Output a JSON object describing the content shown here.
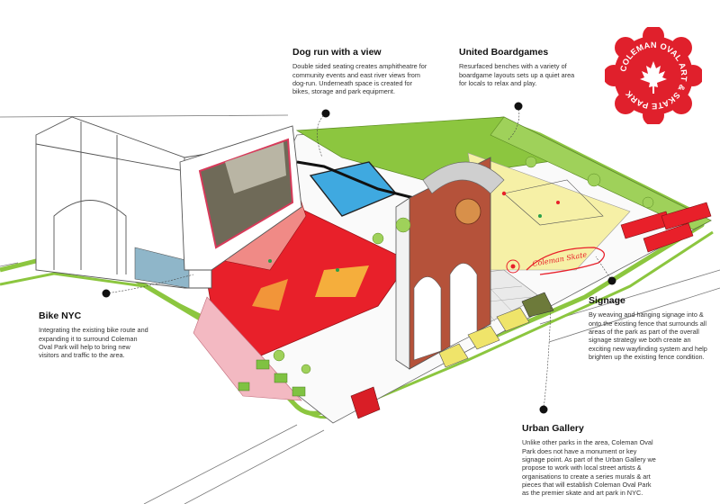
{
  "logo": {
    "text": "COLEMAN OVAL ART & SKATE PARK",
    "color": "#e0202c",
    "icon": "maple-leaf-icon"
  },
  "callouts": {
    "dog_run": {
      "title": "Dog run with a view",
      "body": "Double sided seating creates amphitheatre for community events and east river views from dog-run. Underneath space is created for bikes, storage and park equipment."
    },
    "boardgames": {
      "title": "United Boardgames",
      "body": "Resurfaced benches with a variety of boardgame layouts sets up a quiet area for locals to relax and play."
    },
    "bike": {
      "title": "Bike NYC",
      "body": "Integrating the existing bike route and expanding it to surround Coleman Oval Park will help to bring new visitors and traffic to the area."
    },
    "signage": {
      "title": "Signage",
      "body": "By weaving and hanging signage into & onto the existing fence that surrounds all areas of the park as part of the overall signage strategy we both create an exciting new wayfinding system and help brighten up the existing fence condition."
    },
    "urban_gallery": {
      "title": "Urban Gallery",
      "body": "Unlike other parks in the area, Coleman Oval Park does not have a monument or key signage point. As part of the Urban Gallery we propose to work with local street artists & organisations to create a series murals & art pieces that will establish Coleman Oval Park as the premier skate and art park in NYC."
    }
  },
  "fence_sign": {
    "text": "Coleman Skate"
  },
  "colors": {
    "skate_red": "#e8202a",
    "grass_green": "#8cc63f",
    "path_green": "#a6d16a",
    "yellow_field": "#f6f0a6",
    "water_blue": "#3fa9e0",
    "outline": "#555555"
  }
}
